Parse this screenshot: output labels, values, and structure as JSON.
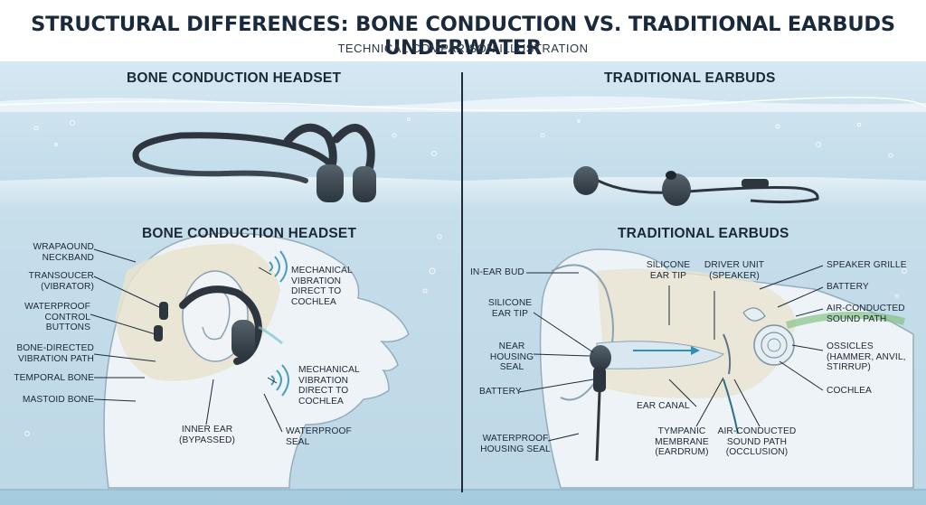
{
  "header": {
    "title": "STRUCTURAL DIFFERENCES: BONE CONDUCTION VS. TRADITIONAL EARBUDS UNDERWATER",
    "subtitle": "TECHNICAL COMPARISON ILLUSTRATION"
  },
  "left_panel": {
    "top_title": "BONE CONDUCTION HEADSET",
    "sub_title": "BONE CONDUCTION HEADSET",
    "labels": {
      "wraparound_neckband": "WRAPAOUND\nNECKBAND",
      "transducer": "TRANSOUCER\n(VIBRATOR)",
      "control_buttons": "WATERPROOF\nCONTROL\nBUTTONS",
      "vibration_path": "BONE-DIRECTED\nVIBRATION PATH",
      "temporal_bone": "TEMPORAL BONE",
      "mastoid_bone": "MASTOID BONE",
      "inner_ear": "INNER EAR\n(BYPASSED)",
      "mech_vibration_1": "MECHANICAL\nVIBRATION\nDIRECT TO\nCOCHLEA",
      "mech_vibration_2": "MECHANICAL\nVIBRATION\nDIRECT TO\nCOCHLEA",
      "waterproof_seal": "WATERPROOF\nSEAL"
    }
  },
  "right_panel": {
    "top_title": "TRADITIONAL EARBUDS",
    "sub_title": "TRADITIONAL EARBUDS",
    "labels": {
      "in_ear_bud": "IN-EAR BUD",
      "silicone_ear_tip_left": "SILICONE\nEAR TIP",
      "near_housing_seal": "NEAR\nHOUSING\nSEAL",
      "battery_left": "BATTERY",
      "waterproof_housing_seal": "WATERPROOF\nHOUSING SEAL",
      "silicone_ear_tip_top": "SILICONE\nEAR TIP",
      "driver_unit": "DRIVER UNIT\n(SPEAKER)",
      "speaker_grille": "SPEAKER GRILLE",
      "battery_right": "BATTERY",
      "air_conducted_path": "AIR-CONDUCTED\nSOUND PATH",
      "ossicles": "OSSICLES\n(HAMMER, ANVIL,\nSTIRRUP)",
      "cochlea": "COCHLEA",
      "ear_canal": "EAR CANAL",
      "tympanic_membrane": "TYMPANIC\nMEMBRANE\n(EARDRUM)",
      "air_conducted_occlusion": "AIR-CONDUCTED\nSOUND PATH\n(OCCLUSION)"
    }
  },
  "colors": {
    "water_top": "#cfe3ee",
    "water_deep": "#a9cde0",
    "skin": "#e9f1f6",
    "bone": "#e8e2cf",
    "device": "#3b4650",
    "accent_wave": "#2e8fb0",
    "line": "#1e2b3a"
  }
}
